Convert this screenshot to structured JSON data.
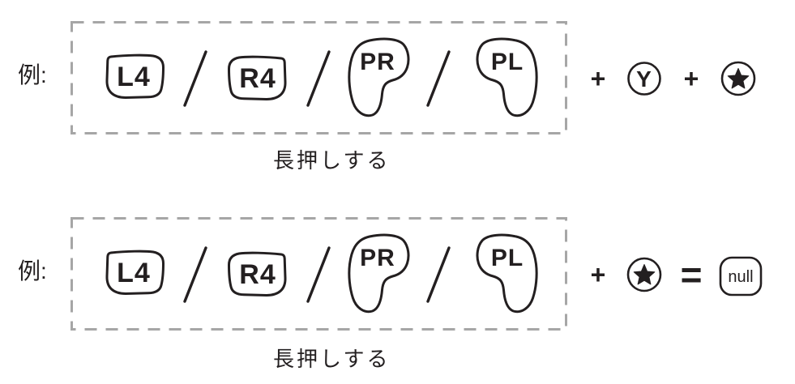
{
  "colors": {
    "ink": "#231f20",
    "dash": "#a6a6a6",
    "background": "#ffffff"
  },
  "row1": {
    "example_label": "例:",
    "group": {
      "l4": "L4",
      "r4": "R4",
      "pr": "PR",
      "pl": "PL",
      "separator": "/"
    },
    "hold_caption": "長押しする",
    "operator1": "+",
    "y_button": "Y",
    "operator2": "+",
    "star_icon": "filled-star-in-circle"
  },
  "row2": {
    "example_label": "例:",
    "group": {
      "l4": "L4",
      "r4": "R4",
      "pr": "PR",
      "pl": "PL",
      "separator": "/"
    },
    "hold_caption": "長押しする",
    "operator1": "+",
    "star_icon": "filled-star-in-circle",
    "equals": "=",
    "null_button": "null"
  }
}
